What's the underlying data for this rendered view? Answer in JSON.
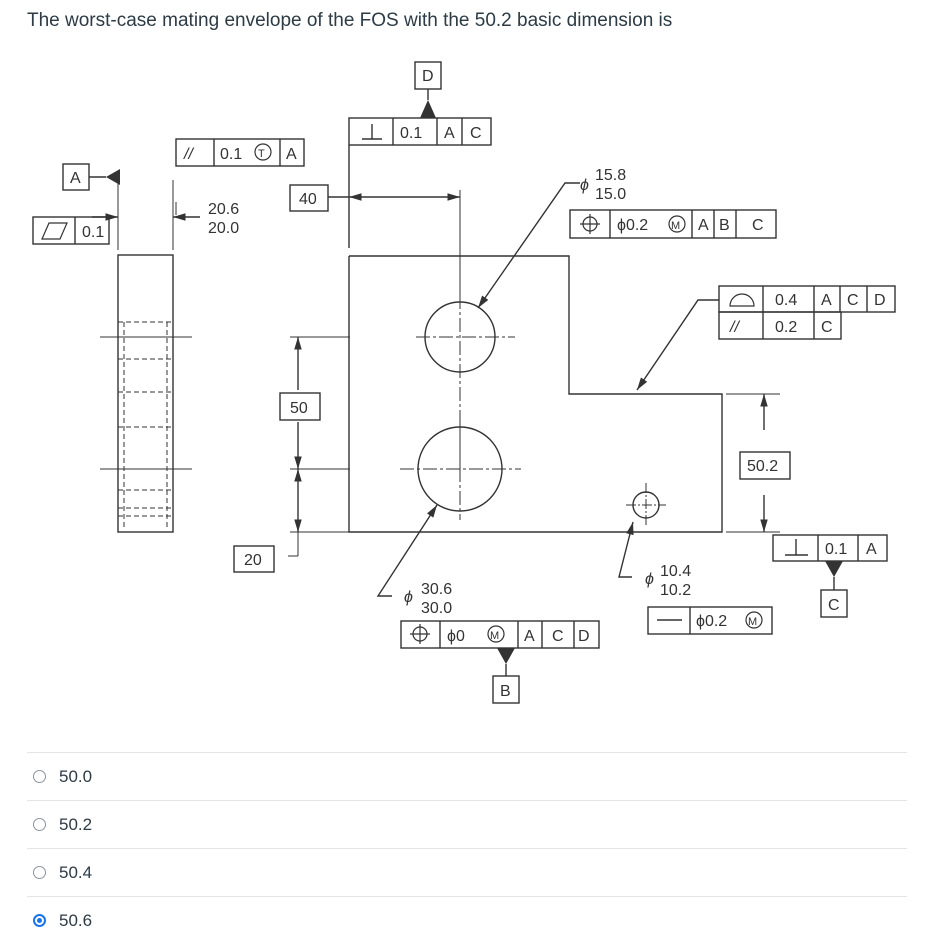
{
  "question": {
    "text": "The worst-case mating envelope of the FOS with the 50.2 basic dimension is"
  },
  "drawing": {
    "datums": [
      "A",
      "B",
      "C",
      "D"
    ],
    "parallelism_frame": {
      "symbol": "//",
      "tolerance": "0.1",
      "modifier": "T",
      "datum": "A"
    },
    "flatness_frame": {
      "symbol": "▱",
      "tolerance": "0.1"
    },
    "thickness_limits": [
      "20.6",
      "20.0"
    ],
    "top_perp_frame": {
      "symbol": "⊥",
      "tolerance": "0.1",
      "datum1": "A",
      "datum2": "C"
    },
    "basic_40": "40",
    "basic_50": "50",
    "basic_20": "20",
    "basic_50_2": "50.2",
    "small_hole": {
      "dia_symbol": "ϕ",
      "upper": "15.8",
      "lower": "15.0",
      "position": {
        "symbol": "⊕",
        "tolerance": "ϕ0.2",
        "modifier": "M",
        "d1": "A",
        "d2": "B",
        "d3": "C"
      }
    },
    "big_hole": {
      "dia_symbol": "ϕ",
      "upper": "30.6",
      "lower": "30.0",
      "position": {
        "symbol": "⊕",
        "tolerance": "ϕ0",
        "modifier": "M",
        "d1": "A",
        "d2": "C",
        "d3": "D"
      }
    },
    "pin": {
      "dia_symbol": "ϕ",
      "upper": "10.4",
      "lower": "10.2",
      "straightness": {
        "symbol": "—",
        "tolerance": "ϕ0.2",
        "modifier": "M"
      }
    },
    "profile_frame": {
      "symbol": "⌓",
      "tolerance": "0.4",
      "d1": "A",
      "d2": "C",
      "d3": "D"
    },
    "parallel_frame2": {
      "symbol": "//",
      "tolerance": "0.2",
      "datum": "C"
    },
    "bottom_perp_frame": {
      "symbol": "⊥",
      "tolerance": "0.1",
      "datum": "A"
    }
  },
  "answers": [
    {
      "label": "50.0",
      "selected": false
    },
    {
      "label": "50.2",
      "selected": false
    },
    {
      "label": "50.4",
      "selected": false
    },
    {
      "label": "50.6",
      "selected": true
    }
  ]
}
